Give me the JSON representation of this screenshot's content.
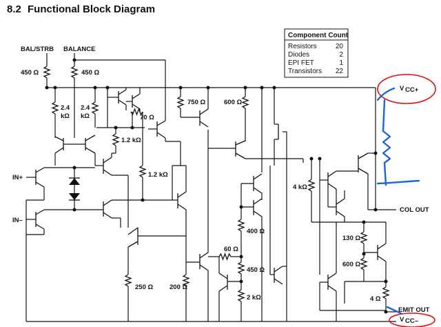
{
  "header": {
    "section_number": "8.2",
    "section_title": "Functional Block Diagram"
  },
  "component_count": {
    "title": "Component Count",
    "rows": [
      {
        "label": "Resistors",
        "value": "20"
      },
      {
        "label": "Diodes",
        "value": "2"
      },
      {
        "label": "EPI FET",
        "value": "1"
      },
      {
        "label": "Transistors",
        "value": "22"
      }
    ]
  },
  "pins": {
    "bal_strb": "BAL/STRB",
    "balance": "BALANCE",
    "in_plus": "IN+",
    "in_minus": "IN–",
    "vcc_plus_main": "V",
    "vcc_plus_sub": "CC+",
    "vcc_minus_main": "V",
    "vcc_minus_sub": "CC–",
    "col_out": "COL OUT",
    "emit_out": "EMIT OUT"
  },
  "resistors": {
    "r_bal_strb": "450 Ω",
    "r_balance": "450 Ω",
    "r_2k4_a": "2.4",
    "r_2k4_a_unit": "kΩ",
    "r_2k4_b": "2.4",
    "r_2k4_b_unit": "kΩ",
    "r_70": "70 Ω",
    "r_750": "750 Ω",
    "r_600_top": "600 Ω",
    "r_1k2_a": "1.2 kΩ",
    "r_1k2_b": "1.2 kΩ",
    "r_4k": "4 kΩ",
    "r_400": "400 Ω",
    "r_60": "60 Ω",
    "r_450_mid": "450 Ω",
    "r_2k": "2 kΩ",
    "r_250": "250 Ω",
    "r_200": "200 Ω",
    "r_130": "130 Ω",
    "r_600_bot": "600 Ω",
    "r_4": "4 Ω"
  },
  "colors": {
    "ink": "#111111",
    "annotation_red": "#e01010",
    "annotation_blue": "#1a66d8"
  }
}
